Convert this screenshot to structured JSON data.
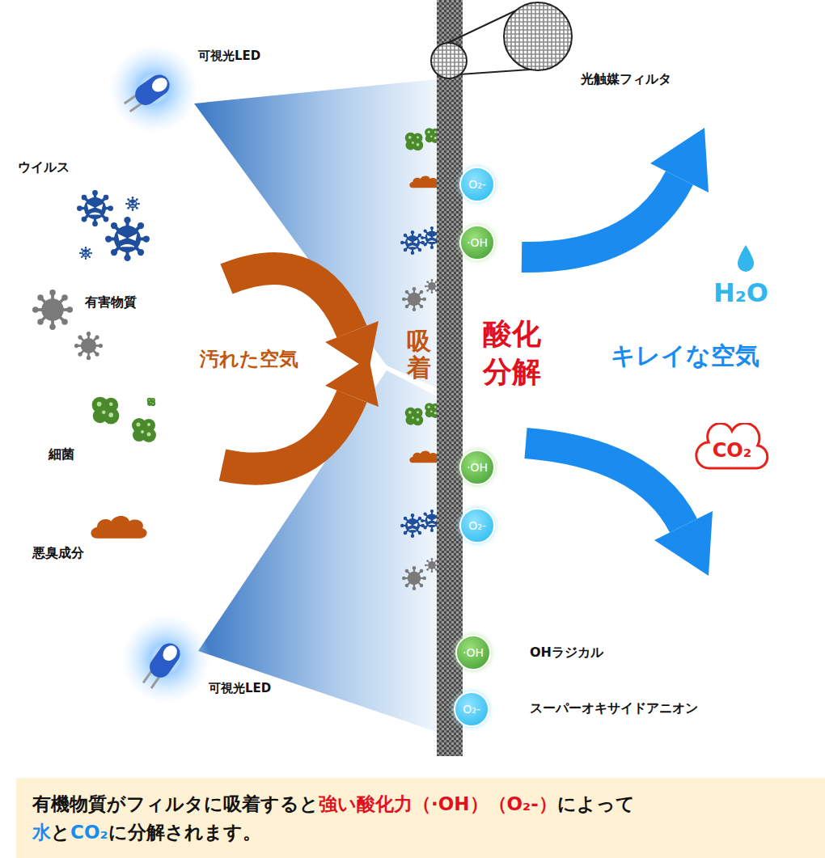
{
  "diagram": {
    "caption": "有機物質がフィルタに吸着すると強い酸化力（·OH）（O₂-）によって水とCO₂に分解されます。",
    "nodes": [
      {
        "text": [
          "O₂-"
        ]
      },
      {
        "text": [
          "·OH"
        ]
      },
      {
        "text": [
          "CO₂"
        ]
      },
      {
        "text": [
          "·OH"
        ]
      },
      {
        "text": [
          "O₂-"
        ]
      },
      {
        "text": [
          "·OH"
        ]
      },
      {
        "text": [
          "O₂-"
        ]
      }
    ],
    "labels": [
      "可視光LED",
      "光触媒フィルタ",
      "ウイルス",
      "有害物質",
      "汚れた空気",
      "吸着",
      "酸化 分解",
      "キレイな空気",
      "H₂O",
      "細菌",
      "悪臭成分",
      "可視光LED"
    ],
    "legend": [
      {
        "text": "OHラジカル"
      },
      {
        "text": "スーパーオキサイドアニオン"
      }
    ]
  }
}
